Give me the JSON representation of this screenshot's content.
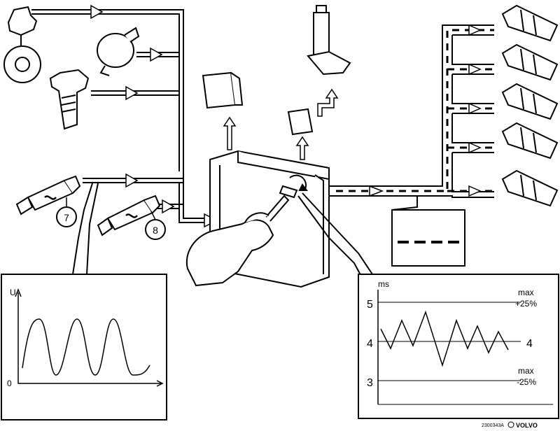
{
  "callouts": {
    "sensor_a": "7",
    "sensor_b": "8"
  },
  "signal_box": {
    "y_axis": "U",
    "origin": "0"
  },
  "timing_box": {
    "unit": "ms",
    "tick_high": "5",
    "tick_mid": "4",
    "tick_low": "3",
    "mid_value": "4",
    "upper_label": "max",
    "upper_pct": "+25%",
    "lower_label": "max",
    "lower_pct": "-25%"
  },
  "footer": {
    "code": "2300343A",
    "brand": "VOLVO"
  },
  "colors": {
    "line": "#000000",
    "background": "#ffffff"
  }
}
